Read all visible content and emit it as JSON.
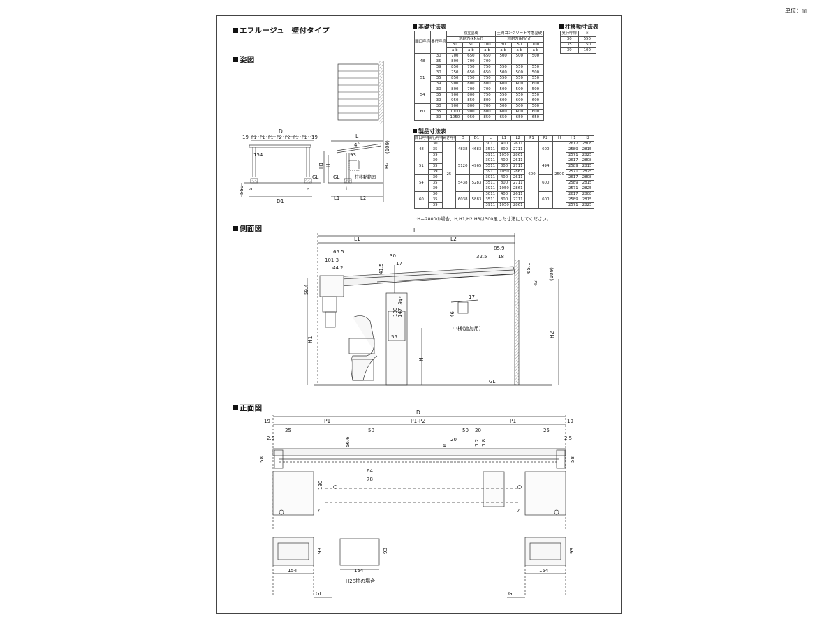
{
  "unit_label": "単位：㎜",
  "page_title": "エフルージュ　壁付タイプ",
  "sections": {
    "view": "姿図",
    "side": "側面図",
    "front": "正面図"
  },
  "foundation_table": {
    "title": "基礎寸法表",
    "h_opening": "間口\n呼称",
    "h_depth": "奥行\n呼称",
    "h_indep": "独立基礎",
    "h_soil": "土間コンクリート考慮基礎",
    "h_indep_sub": "地耐力(kN/㎡)",
    "h_soil_sub": "地耐力(kN/㎡)",
    "bearing": [
      "30",
      "50",
      "100",
      "30",
      "50",
      "100"
    ],
    "ab": [
      "a-b",
      "a-b",
      "a-b",
      "a-b",
      "a-b",
      "a-b"
    ],
    "groups": [
      {
        "opening": "48",
        "rows": [
          [
            "30",
            "700",
            "650",
            "650"
          ],
          [
            "35",
            "800",
            "700",
            "700"
          ],
          [
            "39",
            "850",
            "750",
            "750"
          ]
        ],
        "soil": [
          [
            "500",
            "500",
            "500"
          ],
          [
            "",
            "",
            " "
          ],
          [
            "550",
            "550",
            "550"
          ]
        ]
      },
      {
        "opening": "51",
        "rows": [
          [
            "30",
            "750",
            "650",
            "650"
          ],
          [
            "35",
            "850",
            "750",
            "750"
          ],
          [
            "39",
            "900",
            "800",
            "800"
          ]
        ],
        "soil": [
          [
            "500",
            "500",
            "500"
          ],
          [
            "550",
            "550",
            "550"
          ],
          [
            "600",
            "600",
            "600"
          ]
        ]
      },
      {
        "opening": "54",
        "rows": [
          [
            "30",
            "800",
            "700",
            "700"
          ],
          [
            "35",
            "900",
            "800",
            "750"
          ],
          [
            "39",
            "950",
            "850",
            "800"
          ]
        ],
        "soil": [
          [
            "500",
            "500",
            "500"
          ],
          [
            "550",
            "550",
            "550"
          ],
          [
            "600",
            "600",
            "600"
          ]
        ]
      },
      {
        "opening": "60",
        "rows": [
          [
            "30",
            "900",
            "800",
            "700"
          ],
          [
            "35",
            "1000",
            "900",
            "800"
          ],
          [
            "39",
            "1050",
            "950",
            "850"
          ]
        ],
        "soil": [
          [
            "500",
            "500",
            "500"
          ],
          [
            "600",
            "600",
            "600"
          ],
          [
            "650",
            "650",
            "650"
          ]
        ]
      }
    ]
  },
  "post_table": {
    "title": "柱移動寸法表",
    "h_depth": "奥行呼称",
    "h_val": "※",
    "rows": [
      [
        "30",
        "550"
      ],
      [
        "35",
        "150"
      ],
      [
        "39",
        "100"
      ]
    ]
  },
  "product_table": {
    "title": "製品寸法表",
    "headers": [
      "間口\n呼称",
      "奥行\n呼称",
      "高さ\n呼称",
      "D",
      "D1",
      "L",
      "L1",
      "L2",
      "P1",
      "P2",
      "H",
      "H1",
      "H2"
    ],
    "height_code": "25",
    "p1": "600",
    "h": "2500",
    "groups": [
      {
        "opening": "48",
        "D": "4838",
        "D1": "4683",
        "P2": "600",
        "rows": [
          [
            "30",
            "3011",
            "400",
            "2611",
            "2617",
            "2808"
          ],
          [
            "35",
            "3511",
            "800",
            "2711",
            "2589",
            "2815"
          ],
          [
            "39",
            "3911",
            "1050",
            "2861",
            "2571",
            "2825"
          ]
        ]
      },
      {
        "opening": "51",
        "D": "5120",
        "D1": "4965",
        "P2": "494",
        "rows": [
          [
            "30",
            "3011",
            "400",
            "2611",
            "2617",
            "2808"
          ],
          [
            "35",
            "3511",
            "800",
            "2711",
            "2589",
            "2815"
          ],
          [
            "39",
            "3911",
            "1050",
            "2861",
            "2571",
            "2825"
          ]
        ]
      },
      {
        "opening": "54",
        "D": "5438",
        "D1": "5283",
        "P2": "600",
        "rows": [
          [
            "30",
            "3011",
            "400",
            "2611",
            "2617",
            "2808"
          ],
          [
            "35",
            "3511",
            "800",
            "2711",
            "2589",
            "2815"
          ],
          [
            "39",
            "3911",
            "1050",
            "2861",
            "2571",
            "2825"
          ]
        ]
      },
      {
        "opening": "60",
        "D": "6038",
        "D1": "5883",
        "P2": "600",
        "rows": [
          [
            "30",
            "3011",
            "400",
            "2611",
            "2617",
            "2808"
          ],
          [
            "35",
            "3511",
            "800",
            "2711",
            "2589",
            "2815"
          ],
          [
            "39",
            "3911",
            "1050",
            "2861",
            "2571",
            "2825"
          ]
        ]
      }
    ],
    "note": "･H＝2800の場合、H,H1,H2,H3は300足した寸法にしてください。"
  },
  "labels": {
    "D": "D",
    "D1": "D1",
    "L": "L",
    "L1": "L1",
    "L2": "L2",
    "H": "H",
    "H1": "H1",
    "H2": "H2",
    "P1": "P1",
    "P2": "P2",
    "P1P2": "P1-P2",
    "GL": "GL",
    "a": "a",
    "b": "b",
    "n19": "19",
    "n154": "154",
    "n550": "550",
    "n93": "93",
    "n109": "(109)",
    "deg4": "4°",
    "post_move": "柱移動範囲",
    "mid_beam": "中桟(追加用)",
    "h28": "H28柱の場合",
    "s65_5": "65.5",
    "s101_3": "101.3",
    "s44_2": "44.2",
    "s41_5": "41.5",
    "s30": "30",
    "s17": "17",
    "s59_4": "59.4",
    "s94": "94°",
    "s147": "147",
    "s130": "130",
    "s55": "55",
    "s46": "46",
    "s32_5": "32.5",
    "s18": "18",
    "s85_9": "85.9",
    "s65_1": "65.1",
    "s43": "43",
    "f25": "25",
    "f50": "50",
    "f20": "20",
    "f2_5": "2.5",
    "f58": "58",
    "f56_6": "56.6",
    "f4": "4",
    "f1_2": "1.2",
    "f1_8": "1.8",
    "f64": "64",
    "f78": "78",
    "f130": "130",
    "f7": "7"
  }
}
